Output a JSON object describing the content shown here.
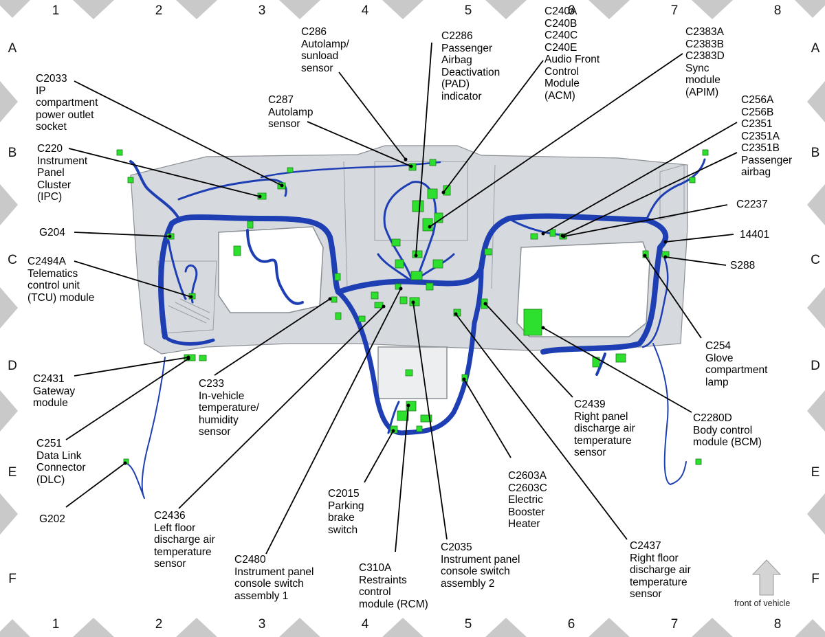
{
  "grid": {
    "columns": [
      "1",
      "2",
      "3",
      "4",
      "5",
      "6",
      "7",
      "8"
    ],
    "rows": [
      "A",
      "B",
      "C",
      "D",
      "E",
      "F"
    ]
  },
  "callouts": {
    "c286": "C286\nAutolamp/\nsunload\nsensor",
    "c2286": "C2286\nPassenger\nAirbag\nDeactivation\n(PAD)\nindicator",
    "c240": "C240A\nC240B\nC240C\nC240E\nAudio Front\nControl\nModule\n(ACM)",
    "c2383": "C2383A\nC2383B\nC2383D\nSync\nmodule\n(APIM)",
    "c2033": "C2033\nIP\ncompartment\npower outlet\nsocket",
    "c287": "C287\nAutolamp\nsensor",
    "c256": "C256A\nC256B\nC2351\nC2351A\nC2351B\nPassenger\nairbag",
    "c220": "C220\nInstrument\nPanel\nCluster\n(IPC)",
    "c2237": "C2237",
    "g204": "G204",
    "p14401": "14401",
    "c2494a": "C2494A\nTelematics\ncontrol unit\n(TCU) module",
    "s288": "S288",
    "c254": "C254\nGlove\ncompartment\nlamp",
    "c2431": "C2431\nGateway\nmodule",
    "c233": "C233\nIn-vehicle\ntemperature/\nhumidity\nsensor",
    "c2439": "C2439\nRight panel\ndischarge air\ntemperature\nsensor",
    "c2280d": "C2280D\nBody control\nmodule (BCM)",
    "c251": "C251\nData Link\nConnector\n(DLC)",
    "c2603": "C2603A\nC2603C\nElectric\nBooster\nHeater",
    "g202": "G202",
    "c2015": "C2015\nParking\nbrake\nswitch",
    "c2436": "C2436\nLeft floor\ndischarge air\ntemperature\nsensor",
    "c2437": "C2437\nRight floor\ndischarge air\ntemperature\nsensor",
    "c2480": "C2480\nInstrument panel\nconsole switch\nassembly 1",
    "c2035": "C2035\nInstrument panel\nconsole switch\nassembly 2",
    "c310a": "C310A\nRestraints\ncontrol\nmodule (RCM)"
  },
  "front_label": "front of vehicle",
  "colors": {
    "harness": "#1e3fb4",
    "connector": "#2ee02e",
    "dash_panel": "#d3d6da",
    "frame_marker": "#c8c8c8"
  }
}
